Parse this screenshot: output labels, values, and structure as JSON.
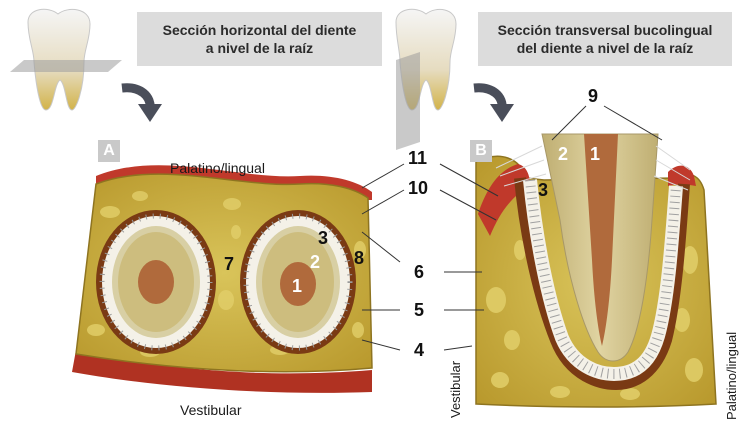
{
  "titles": {
    "a_line1": "Sección horizontal del diente",
    "a_line2": "a nivel de la raíz",
    "b_line1": "Sección transversal bucolingual",
    "b_line2": "del diente a nivel de la raíz"
  },
  "panels": {
    "a": "A",
    "b": "B"
  },
  "labels": {
    "palatino_top": "Palatino/lingual",
    "vestibular_bottom": "Vestibular",
    "vestibular_side": "Vestibular",
    "palatino_side": "Palatino/lingual"
  },
  "numbers": {
    "n1": "1",
    "n2": "2",
    "n3": "3",
    "n4": "4",
    "n5": "5",
    "n6": "6",
    "n7": "7",
    "n8": "8",
    "n9": "9",
    "n10": "10",
    "n11": "11"
  },
  "colors": {
    "bone": "#c9ad3c",
    "bone_dark": "#a88a24",
    "gum": "#c0392b",
    "dentin": "#cfc08a",
    "pulp": "#b06a3c",
    "ligament": "#f2f0ea",
    "cementum": "#8a4a1e"
  }
}
